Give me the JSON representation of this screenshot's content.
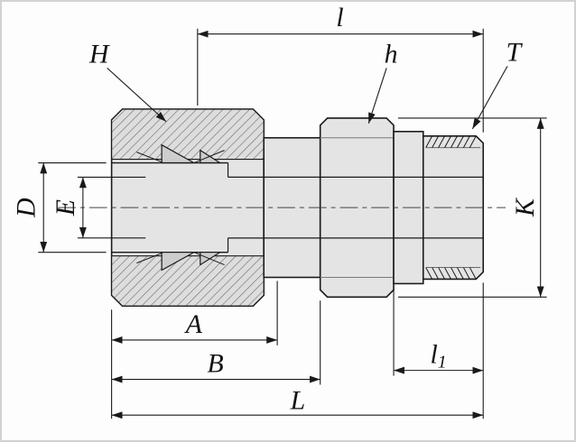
{
  "diagram": {
    "labels": {
      "length_l": "l",
      "nut_H": "H",
      "hex_h": "h",
      "thread_T": "T",
      "dia_D": "D",
      "dia_E": "E",
      "hex_K": "K",
      "dim_A": "A",
      "dim_B": "B",
      "l1_main": "l",
      "l1_sub": "1",
      "overall_L": "L"
    },
    "colors": {
      "outline": "#1a1a1a",
      "fill_light": "#e4e4e4",
      "fill_ferrule": "#cdcdcd",
      "background": "#fdfdfd",
      "border": "#d2d2d2"
    }
  }
}
